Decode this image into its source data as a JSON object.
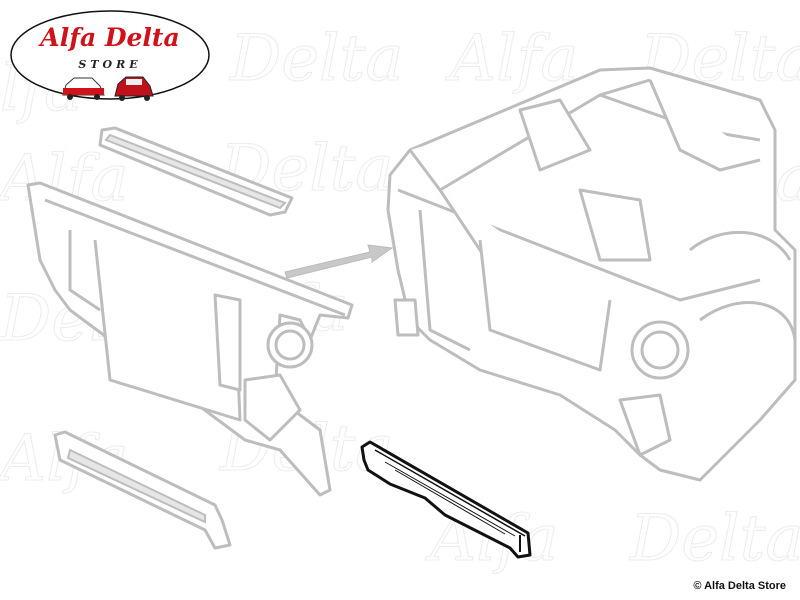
{
  "logo": {
    "brand": "Alfa Delta",
    "subtitle": "STORE",
    "brand_color": "#d0121b"
  },
  "watermark": {
    "text": "Alfa Delta"
  },
  "copyright": "© Alfa Delta Store",
  "highlighted_part": {
    "outline_color": "#111111"
  },
  "reference_parts": {
    "outline_color": "#bdbdbd"
  }
}
